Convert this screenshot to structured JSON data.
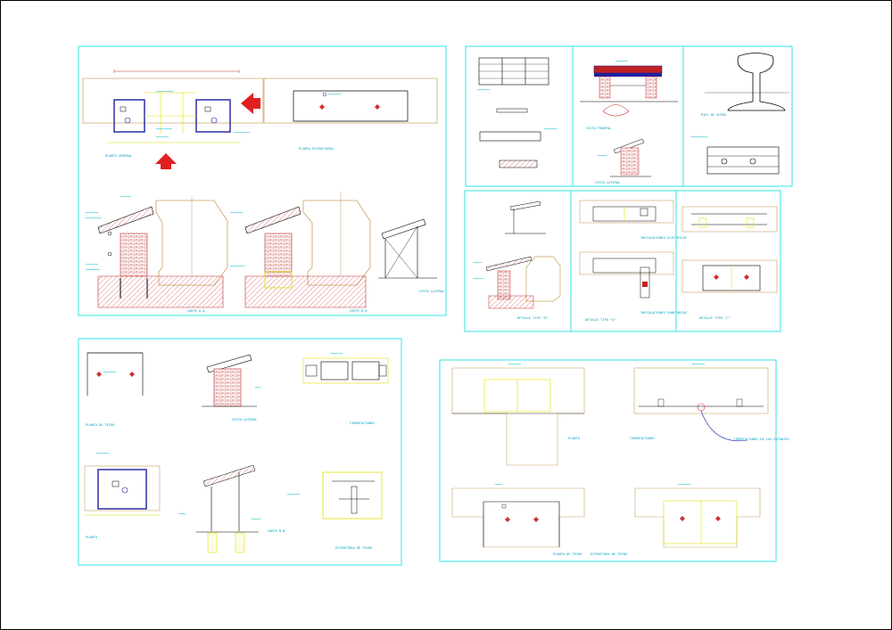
{
  "title_block": "",
  "colors": {
    "frame": "#00e0e0",
    "wall": "#c8a060",
    "dim": "#e0e000",
    "label": "#00b4c8",
    "hatch": "#d03030",
    "beam": "#2020a0",
    "structure": "#000000",
    "arrow": "#e02020"
  },
  "captions": {
    "p1_plan_left": "PLANTA GENERAL",
    "p1_plan_right": "PLANTA ESTRUCTURAS",
    "p1_section_a": "CORTE A-A",
    "p1_section_b": "CORTE B-B",
    "p1_side": "VISTA LATERAL",
    "p2_roof": "VISTA FRONTAL",
    "p2_side": "VISTA LATERAL",
    "p2_rail": "RIEL DE ACERO",
    "p3_detail_a": "DETALLE TIPO \"B\"",
    "p3_elec": "INSTALACIONES ELECTRICAS",
    "p3_sanit": "INSTALACIONES SANITARIAS",
    "p3_detail_b": "DETALLE TIPO \"A\"",
    "p3_detail_c": "DETALLE TIPO \"C\"",
    "p4_roof_plan": "PLANTA DE TECHO",
    "p4_view": "VISTA LATERAL",
    "p4_found": "CIMENTACIONES",
    "p4_plan": "PLANTA",
    "p4_section": "CORTE B-B",
    "p4_struct": "ESTRUCTURA DE TECHO",
    "p5_plan": "PLANTA",
    "p5_found": "CIMENTACIONES",
    "p5_note": "CIMENTACIONES DE LOS ESTANTES",
    "p5_roof": "PLANTA DE TECHO",
    "p5_struct": "ESTRUCTURA DE TECHO"
  }
}
